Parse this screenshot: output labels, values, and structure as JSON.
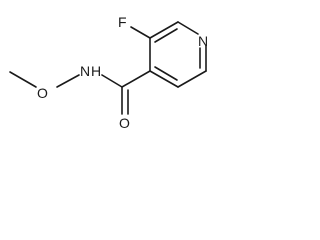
{
  "molecule": {
    "atoms": {
      "fluorine": "F",
      "ring_nitrogen": "N",
      "amide_nitrogen": "N",
      "amide_hydrogen": "H",
      "methoxy_oxygen": "O",
      "carbonyl_oxygen": "O"
    }
  },
  "colors": {
    "ink": "#1a1a1a",
    "background": "#ffffff"
  }
}
